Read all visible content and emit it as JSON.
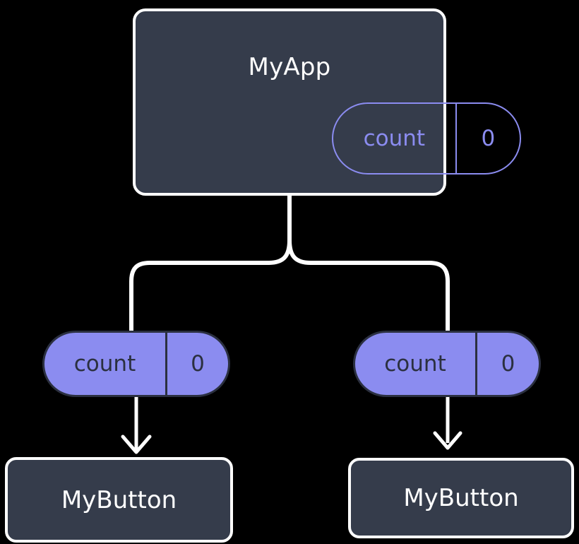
{
  "diagram": {
    "type": "component-state-tree",
    "background_color": "#000000",
    "root": {
      "name": "MyApp",
      "state": {
        "key": "count",
        "value": "0",
        "style": "outlined",
        "color": "#8b8cf0"
      },
      "box_color": "#353c4b",
      "border_color": "#ffffff"
    },
    "children": [
      {
        "passed_state": {
          "key": "count",
          "value": "0",
          "style": "filled",
          "fill": "#8b8cf0",
          "text": "#2b3040"
        },
        "name": "MyButton"
      },
      {
        "passed_state": {
          "key": "count",
          "value": "0",
          "style": "filled",
          "fill": "#8b8cf0",
          "text": "#2b3040"
        },
        "name": "MyButton"
      }
    ],
    "edges": {
      "branch_color": "#ffffff",
      "arrow_color": "#ffffff",
      "branch_label": "",
      "arrow_label": ""
    }
  }
}
